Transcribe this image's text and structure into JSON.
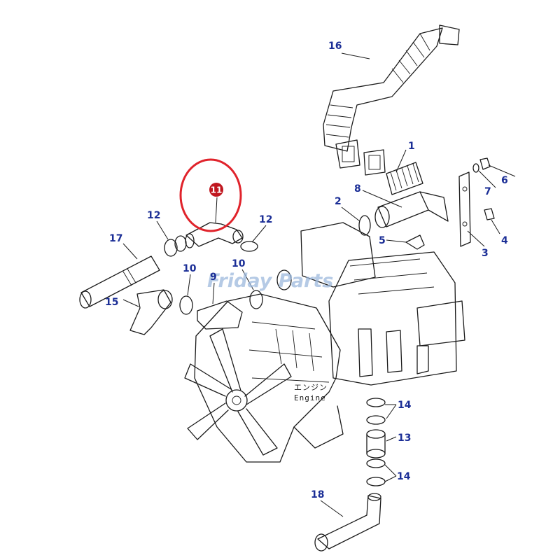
{
  "diagram": {
    "engine_label_jp": "エンジン",
    "engine_label_en": "Engine",
    "watermark": "Friday Parts",
    "highlight": {
      "label": "11",
      "ring_color": "#e0232b",
      "badge_color": "#c0171f"
    },
    "callout_color": "#1b2e96",
    "callouts": {
      "c1": "1",
      "c2": "2",
      "c3": "3",
      "c4": "4",
      "c5": "5",
      "c6": "6",
      "c7": "7",
      "c8": "8",
      "c9": "9",
      "c10a": "10",
      "c10b": "10",
      "c12a": "12",
      "c12b": "12",
      "c13": "13",
      "c14a": "14",
      "c14b": "14",
      "c15": "15",
      "c16": "16",
      "c17": "17",
      "c18": "18"
    }
  }
}
